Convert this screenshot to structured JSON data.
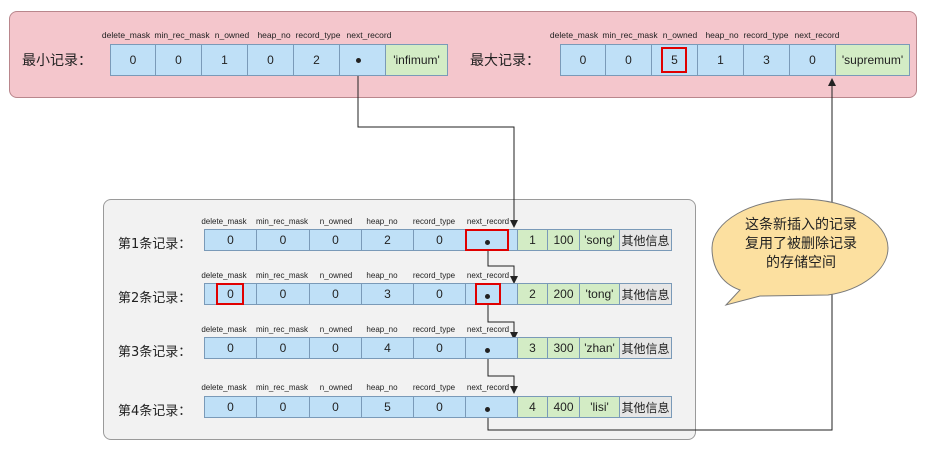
{
  "top": {
    "min_label": "最小记录：",
    "max_label": "最大记录：",
    "headers": [
      "delete_mask",
      "min_rec_mask",
      "n_owned",
      "heap_no",
      "record_type",
      "next_record"
    ],
    "infimum": {
      "values": [
        "0",
        "0",
        "1",
        "0",
        "2"
      ],
      "data": "'infimum'"
    },
    "supremum": {
      "values": [
        "0",
        "0",
        "5",
        "1",
        "3",
        "0"
      ],
      "data": "'supremum'"
    }
  },
  "records": [
    {
      "label": "第1条记录：",
      "values": [
        "0",
        "0",
        "0",
        "2",
        "0"
      ],
      "id": "1",
      "num": "100",
      "name": "'song'",
      "other": "其他信息"
    },
    {
      "label": "第2条记录：",
      "values": [
        "0",
        "0",
        "0",
        "3",
        "0"
      ],
      "id": "2",
      "num": "200",
      "name": "'tong'",
      "other": "其他信息"
    },
    {
      "label": "第3条记录：",
      "values": [
        "0",
        "0",
        "0",
        "4",
        "0"
      ],
      "id": "3",
      "num": "300",
      "name": "'zhan'",
      "other": "其他信息"
    },
    {
      "label": "第4条记录：",
      "values": [
        "0",
        "0",
        "0",
        "5",
        "0"
      ],
      "id": "4",
      "num": "400",
      "name": "'lisi'",
      "other": "其他信息"
    }
  ],
  "callout": {
    "line1": "这条新插入的记录",
    "line2": "复用了被删除记录",
    "line3": "的存储空间"
  },
  "colors": {
    "top_panel": "#f4c6cc",
    "header_cells": "#bfe0f7",
    "data_cells": "#d3ecc5",
    "callout": "#fce0a0",
    "highlight": "#e00000"
  }
}
